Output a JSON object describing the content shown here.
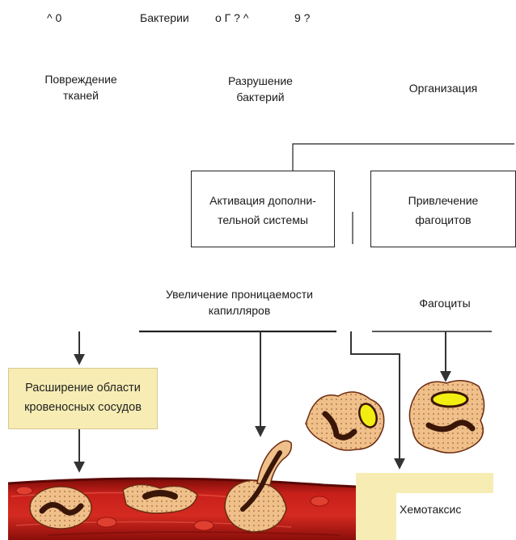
{
  "header": {
    "symbols_left": "^ 0",
    "title": "Бактерии",
    "symbols_right": "о Г ? ^",
    "symbols_far": "9 ?"
  },
  "top_labels": {
    "damage_line1": "Повреждение",
    "damage_line2": "тканей",
    "destruction_line1": "Разрушение",
    "destruction_line2": "бактерий",
    "organization": "Организация"
  },
  "boxes": {
    "activation_line1": "Активация дополни-",
    "activation_line2": "тельной системы",
    "attraction_line1": "Привлечение",
    "attraction_line2": "фагоцитов"
  },
  "middle_labels": {
    "permeability_line1": "Увеличение проницаемости",
    "permeability_line2": "капилляров",
    "phagocytes": "Фагоциты"
  },
  "illustration": {
    "vessel_dilation_line1": "Расширение области",
    "vessel_dilation_line2": "кровеносных сосудов",
    "chemotaxis": "Хемотаксис"
  },
  "colors": {
    "vessel_red": "#c41c16",
    "vessel_dark": "#8a0e0a",
    "cell_fill": "#f0c08a",
    "nucleus": "#3a1608",
    "bacterium_yellow": "#f2ee12",
    "label_box": "#f7edb4"
  }
}
